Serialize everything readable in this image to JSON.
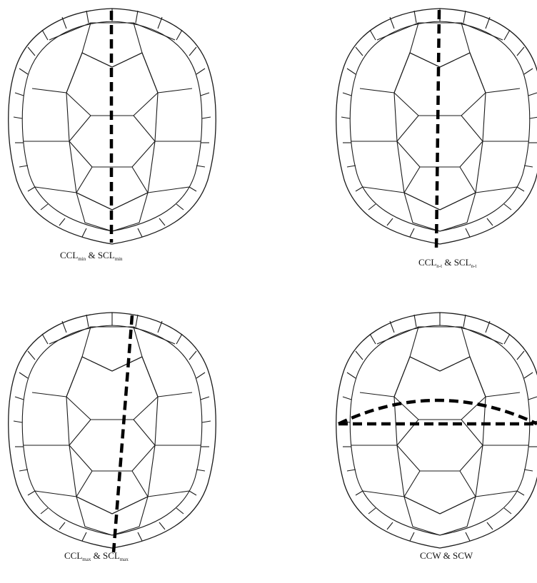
{
  "panels": [
    {
      "id": "ccl-min",
      "caption": {
        "a": "CCL",
        "a_sub": "min",
        "amp": " & ",
        "b": "SCL",
        "b_sub": "min"
      }
    },
    {
      "id": "ccl-nt",
      "caption": {
        "a": "CCL",
        "a_sub": "n-t",
        "amp": " & ",
        "b": "SCL",
        "b_sub": "n-t"
      }
    },
    {
      "id": "ccl-max",
      "caption": {
        "a": "CCL",
        "a_sub": "max",
        "amp": " & ",
        "b": "SCL",
        "b_sub": "max"
      }
    },
    {
      "id": "ccw-scw",
      "caption": {
        "a": "CCW & SCW",
        "a_sub": "",
        "amp": "",
        "b": "",
        "b_sub": ""
      }
    }
  ]
}
